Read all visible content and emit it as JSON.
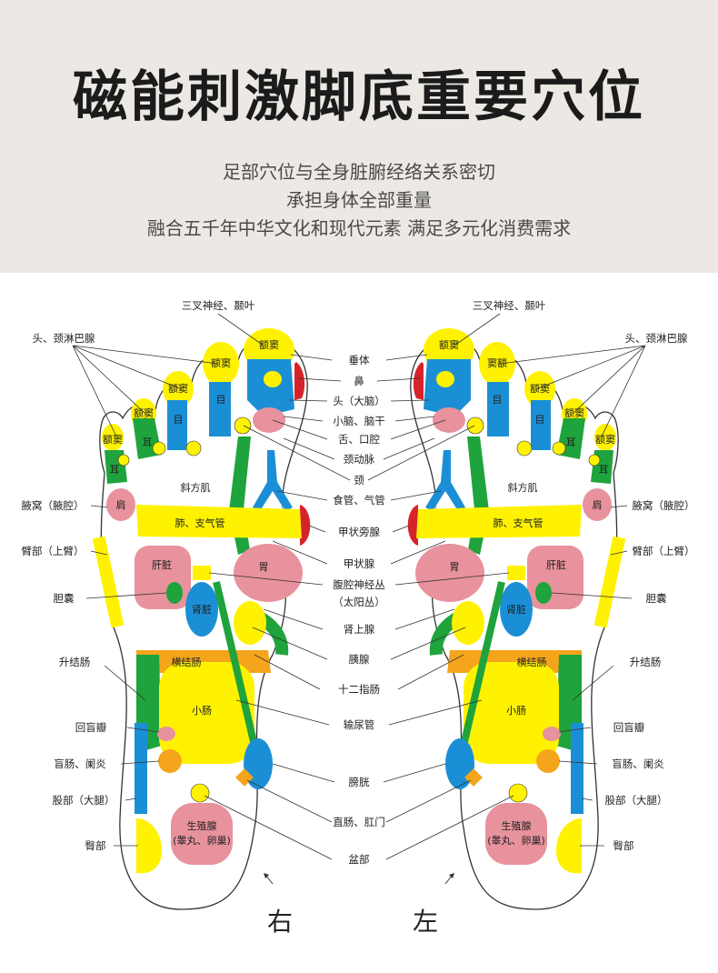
{
  "header": {
    "title": "磁能刺激脚底重要穴位",
    "lines": [
      "足部穴位与全身脏腑经络关系密切",
      "承担身体全部重量",
      "融合五千年中华文化和现代元素 满足多元化消费需求"
    ]
  },
  "diagram": {
    "center_labels": [
      "垂体",
      "鼻",
      "头（大脑）",
      "小脑、脑干",
      "舌、口腔",
      "颈动脉",
      "颈",
      "食管、气管",
      "甲状旁腺",
      "甲状腺",
      "腹腔神经丛",
      "（太阳丛）",
      "肾上腺",
      "胰腺",
      "十二指肠",
      "输尿管",
      "膀胱",
      "直肠、肛门",
      "盆部"
    ],
    "top_label": "三叉神经、颞叶",
    "lymph_label": "头、颈淋巴腺",
    "side_labels": [
      "腋窝（腋腔）",
      "臂部（上臂）",
      "胆囊",
      "升结肠",
      "回盲瓣",
      "盲肠、阑炎",
      "股部（大腿）",
      "臀部"
    ],
    "zones": {
      "sinus": "额窦",
      "sinus_alt": "窦额",
      "eye": "目",
      "ear": "耳",
      "trapezius": "斜方肌",
      "shoulder": "肩",
      "lung": "肺、支气管",
      "liver": "肝脏",
      "stomach": "胃",
      "kidney": "肾脏",
      "transverse": "横结肠",
      "small_intestine": "小肠",
      "gonad": "生殖腺",
      "gonad2": "(睾丸、卵巢)"
    },
    "foot_right": "右",
    "foot_left": "左"
  },
  "colors": {
    "yellow": "#fff200",
    "blue": "#1b8fd6",
    "pink": "#e8929d",
    "green": "#1fa33c",
    "red": "#d7242b",
    "orange": "#f4a51c"
  }
}
